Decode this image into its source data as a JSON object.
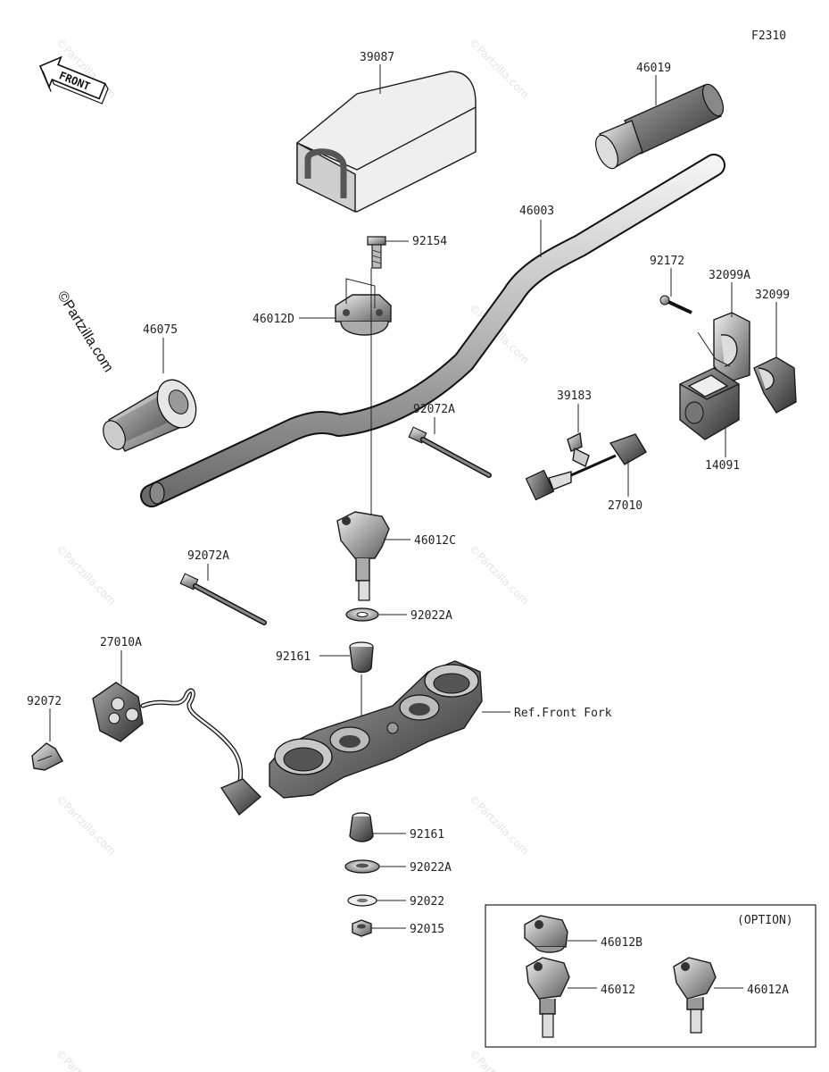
{
  "figure_code": "F2310",
  "watermark": "©Partzilla.com",
  "front_label": "FRONT",
  "option_label": "(OPTION)",
  "parts": {
    "p39087": "39087",
    "p46019": "46019",
    "p46003": "46003",
    "p92154": "92154",
    "p46012D": "46012D",
    "p46075": "46075",
    "p92172": "92172",
    "p32099A": "32099A",
    "p32099": "32099",
    "p39183": "39183",
    "p92072A_1": "92072A",
    "p27010": "27010",
    "p14091": "14091",
    "p46012C": "46012C",
    "p92072A_2": "92072A",
    "p92022A_1": "92022A",
    "p27010A": "27010A",
    "p92161_1": "92161",
    "p92072": "92072",
    "ref_front_fork": "Ref.Front Fork",
    "p92161_2": "92161",
    "p92022A_2": "92022A",
    "p92022": "92022",
    "p92015": "92015",
    "p46012B": "46012B",
    "p46012": "46012",
    "p46012A": "46012A"
  }
}
